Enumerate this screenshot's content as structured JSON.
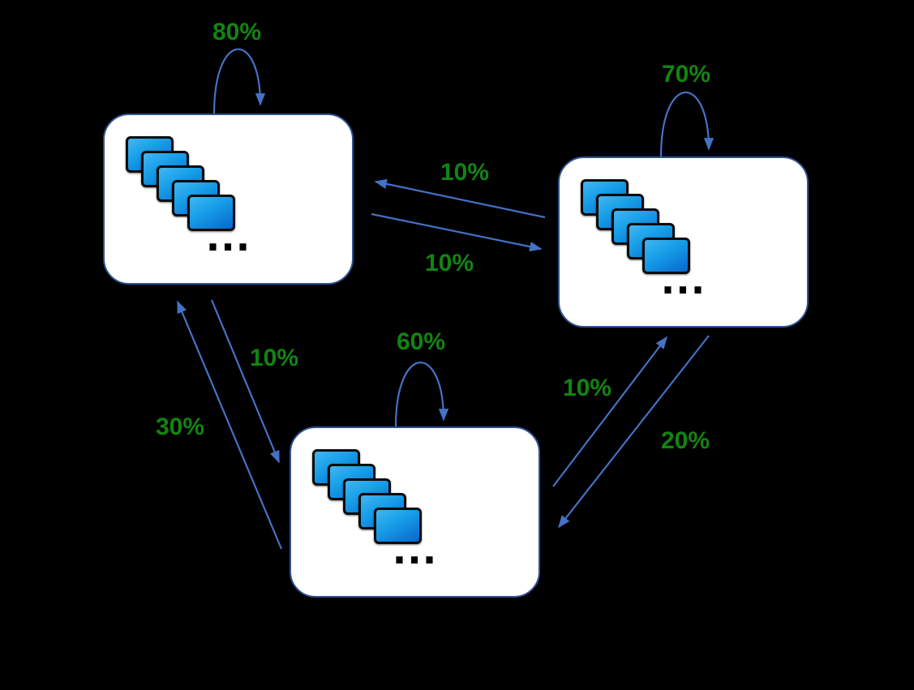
{
  "diagram": {
    "type": "state-transition-diagram",
    "background_color": "#000000",
    "colors": {
      "label_green": "#128412",
      "arrow_blue": "#4472C4",
      "node_border_blue": "#2E5395",
      "node_fill": "#ffffff",
      "card_gradient_start": "#41B6F2",
      "card_gradient_end": "#0667CE",
      "card_border": "#0b0b0b"
    },
    "nodes": [
      {
        "id": "state-1",
        "position": "top-left",
        "icon": "window-stack-icon",
        "ellipsis": "..."
      },
      {
        "id": "state-2",
        "position": "top-right",
        "icon": "window-stack-icon",
        "ellipsis": "..."
      },
      {
        "id": "state-3",
        "position": "bottom-center",
        "icon": "window-stack-icon",
        "ellipsis": "..."
      }
    ],
    "transitions": [
      {
        "from": "state-1",
        "to": "state-1",
        "label": "80%"
      },
      {
        "from": "state-2",
        "to": "state-2",
        "label": "70%"
      },
      {
        "from": "state-3",
        "to": "state-3",
        "label": "60%"
      },
      {
        "from": "state-2",
        "to": "state-1",
        "label": "10%"
      },
      {
        "from": "state-1",
        "to": "state-2",
        "label": "10%"
      },
      {
        "from": "state-1",
        "to": "state-3",
        "label": "10%"
      },
      {
        "from": "state-3",
        "to": "state-1",
        "label": "30%"
      },
      {
        "from": "state-3",
        "to": "state-2",
        "label": "10%"
      },
      {
        "from": "state-2",
        "to": "state-3",
        "label": "20%"
      }
    ]
  }
}
